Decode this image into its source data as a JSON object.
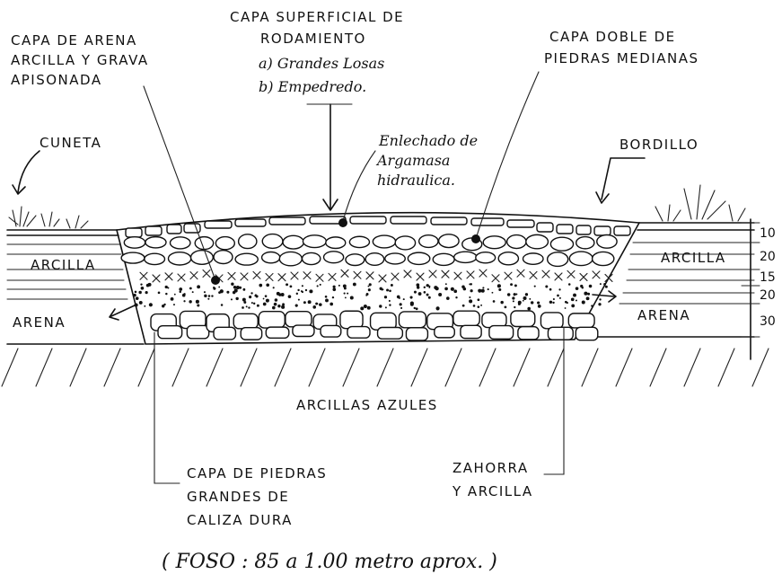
{
  "labels": {
    "capa_superficial": [
      "CAPA SUPERFICIAL DE",
      "RODAMIENTO",
      "a) Grandes Losas",
      "b) Empedredo."
    ],
    "capa_arena": [
      "CAPA DE ARENA",
      "ARCILLA Y GRAVA",
      "APISONADA"
    ],
    "capa_doble": [
      "CAPA DOBLE DE",
      "PIEDRAS MEDIANAS"
    ],
    "cuneta": "CUNETA",
    "enlechado": [
      "Enlechado de",
      "Argamasa",
      "hidraulica."
    ],
    "bordillo": "BORDILLO",
    "arcilla_left": "ARCILLA",
    "arena_left": "ARENA",
    "arcilla_right": "ARCILLA",
    "arena_right": "ARENA",
    "arcillas_azules": "ARCILLAS AZULES",
    "capa_piedras_grandes": [
      "CAPA DE PIEDRAS",
      "GRANDES DE",
      "CALIZA DURA"
    ],
    "zahorra": [
      "ZAHORRA",
      "Y ARCILLA"
    ],
    "foso": "( FOSO : 85 a 1.00 metro aprox. )"
  },
  "dimensions": [
    "10",
    "20",
    "15",
    "20",
    "30"
  ]
}
